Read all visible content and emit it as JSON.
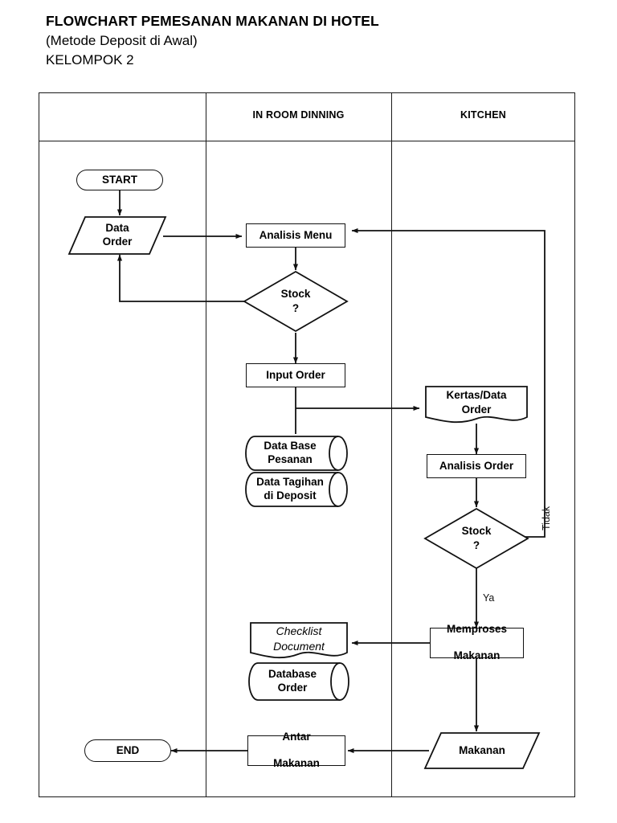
{
  "title": {
    "line1": "FLOWCHART PEMESANAN MAKANAN DI HOTEL",
    "line2": "(Metode Deposit di Awal)",
    "line3": "KELOMPOK 2"
  },
  "lanes": [
    {
      "id": "lane-blank",
      "label": ""
    },
    {
      "id": "lane-in-room-dinning",
      "label": "IN ROOM DINNING"
    },
    {
      "id": "lane-kitchen",
      "label": "KITCHEN"
    }
  ],
  "nodes": {
    "start": {
      "label": "START",
      "shape": "terminator",
      "lane": "lane-blank"
    },
    "data_order": {
      "label": "Data\nOrder",
      "line1": "Data",
      "line2": "Order",
      "shape": "data",
      "lane": "lane-blank"
    },
    "analisis_menu": {
      "label": "Analisis Menu",
      "shape": "process",
      "lane": "lane-in-room-dinning"
    },
    "stock_1": {
      "line1": "Stock",
      "line2": "?",
      "shape": "decision",
      "lane": "lane-in-room-dinning"
    },
    "input_order": {
      "label": "Input Order",
      "shape": "process",
      "lane": "lane-in-room-dinning"
    },
    "db_pesanan": {
      "line1": "Data Base",
      "line2": "Pesanan",
      "shape": "database",
      "lane": "lane-in-room-dinning"
    },
    "db_tagihan": {
      "line1": "Data Tagihan",
      "line2": "di Deposit",
      "shape": "database",
      "lane": "lane-in-room-dinning"
    },
    "kertas_data_order": {
      "line1": "Kertas/Data",
      "line2": "Order",
      "shape": "document",
      "lane": "lane-kitchen"
    },
    "analisis_order": {
      "label": "Analisis Order",
      "shape": "process",
      "lane": "lane-kitchen"
    },
    "stock_2": {
      "line1": "Stock",
      "line2": "?",
      "shape": "decision",
      "lane": "lane-kitchen"
    },
    "memproses_makanan": {
      "line1": "Memproses",
      "line2": "Makanan",
      "shape": "process",
      "lane": "lane-kitchen"
    },
    "checklist_document": {
      "line1": "Checklist",
      "line2": "Document",
      "shape": "document",
      "lane": "lane-in-room-dinning"
    },
    "database_order": {
      "line1": "Database",
      "line2": "Order",
      "shape": "database",
      "lane": "lane-in-room-dinning"
    },
    "antar_makanan": {
      "line1": "Antar",
      "line2": "Makanan",
      "shape": "process",
      "lane": "lane-in-room-dinning"
    },
    "makanan": {
      "label": "Makanan",
      "shape": "data",
      "lane": "lane-kitchen"
    },
    "end": {
      "label": "END",
      "shape": "terminator",
      "lane": "lane-blank"
    }
  },
  "edge_labels": {
    "tidak": "Tidak",
    "ya": "Ya"
  },
  "colors": {
    "stroke": "#111111",
    "frame": "#1a1a1a",
    "background": "#ffffff",
    "text": "#000000"
  }
}
